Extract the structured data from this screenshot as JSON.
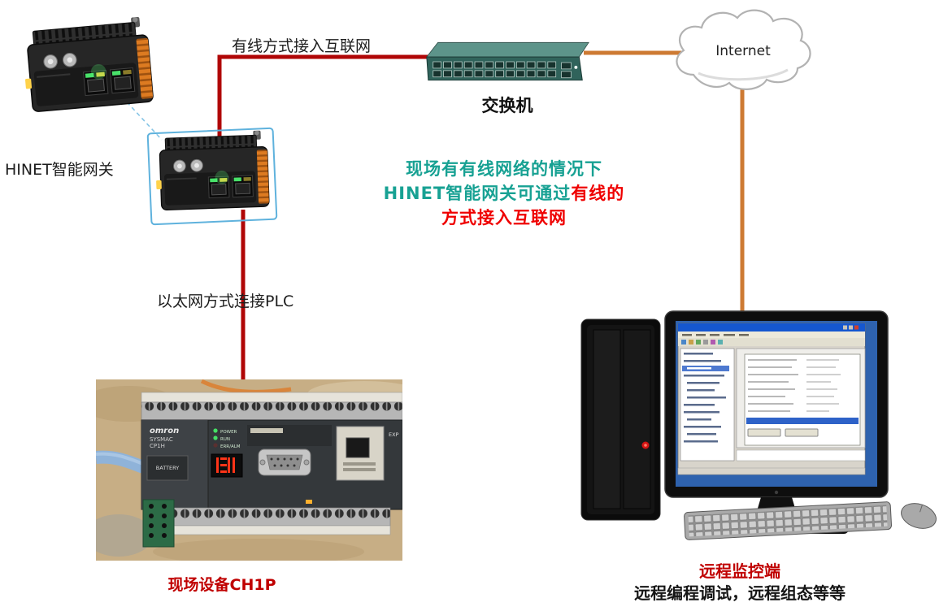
{
  "labels": {
    "hinet_gateway": "HINET智能网关",
    "wired_link": "有线方式接入互联网",
    "switch": "交换机",
    "internet": "Internet",
    "plc_link": "以太网方式连接PLC",
    "plc_caption": "现场设备CH1P",
    "remote_caption_line1": "远程监控端",
    "remote_caption_line2": "远程编程调试，远程组态等等"
  },
  "note": {
    "line1": "现场有有线网络的情况下",
    "line2_teal": "HINET智能网关可通过",
    "line2_red": "有线的",
    "line3": "方式接入互联网"
  },
  "plc": {
    "brand": "omron",
    "model_line1": "SYSMAC",
    "model_line2": "CP1H",
    "battery": "BATTERY",
    "power": "POWER",
    "run": "RUN",
    "err": "ERR/ALM",
    "exp": "EXP"
  },
  "colors": {
    "line_red": "#b00606",
    "line_orange": "#cd7a33",
    "dashed_blue": "#86c5e6",
    "highlight_blue": "#5fb2dd",
    "note_teal": "#17a193",
    "note_red": "#ef0000",
    "caption_red": "#c00000",
    "switch_top": "#5d948a",
    "switch_front": "#30635b",
    "gateway_orange": "#dd7b21"
  }
}
